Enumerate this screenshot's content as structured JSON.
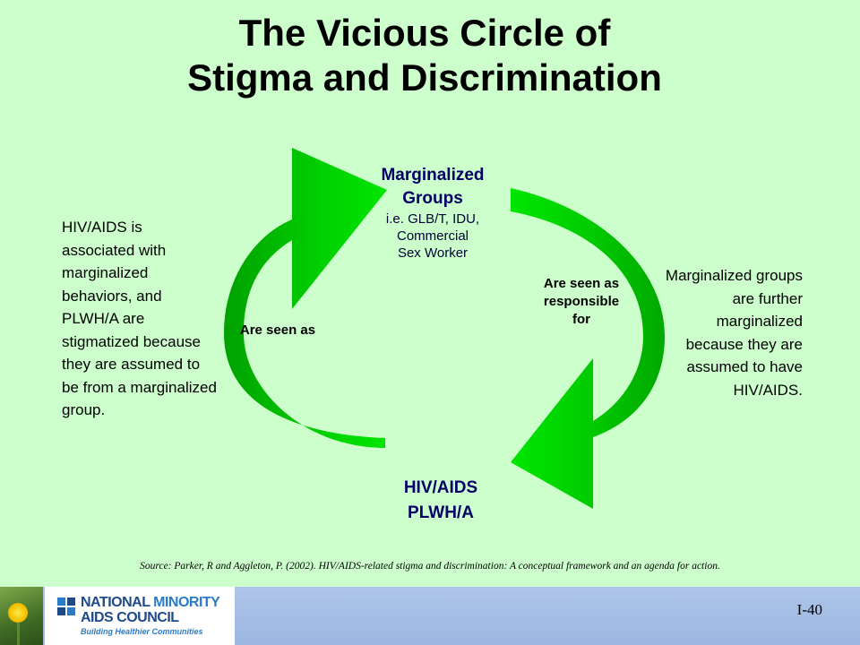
{
  "title": {
    "line1": "The Vicious Circle of",
    "line2": "Stigma and Discrimination"
  },
  "nodes": {
    "top": {
      "heading": "Marginalized Groups",
      "detail_lines": [
        "i.e. GLB/T, IDU,",
        "Commercial",
        "Sex Worker"
      ]
    },
    "bottom": {
      "lines": [
        "HIV/AIDS",
        "PLWH/A"
      ]
    }
  },
  "edges": {
    "left_label": "Are seen as",
    "right_label_lines": [
      "Are seen as",
      "responsible",
      "for"
    ]
  },
  "side_text": {
    "left": "HIV/AIDS is associated with marginalized behaviors, and PLWH/A are stigmatized because they are assumed to be from a marginalized group.",
    "right": "Marginalized groups are further marginalized because they are assumed to have HIV/AIDS."
  },
  "source": "Source: Parker, R and Aggleton, P. (2002).  HIV/AIDS-related stigma and discrimination:  A conceptual framework and an agenda for action.",
  "footer": {
    "logo_line1_a": "NATIONAL ",
    "logo_line1_b": "MINORITY",
    "logo_line2": "AIDS COUNCIL",
    "tagline": "Building Healthier Communities",
    "slide_number": "I-40"
  },
  "colors": {
    "background": "#ccffcc",
    "arrow_light": "#00e600",
    "arrow_dark": "#00a000",
    "node_text": "#000066",
    "footer_band": "#a6bee5"
  },
  "icons": {
    "footer_photo": "dandelion-photo",
    "logo": "nmac-logo-grid"
  }
}
